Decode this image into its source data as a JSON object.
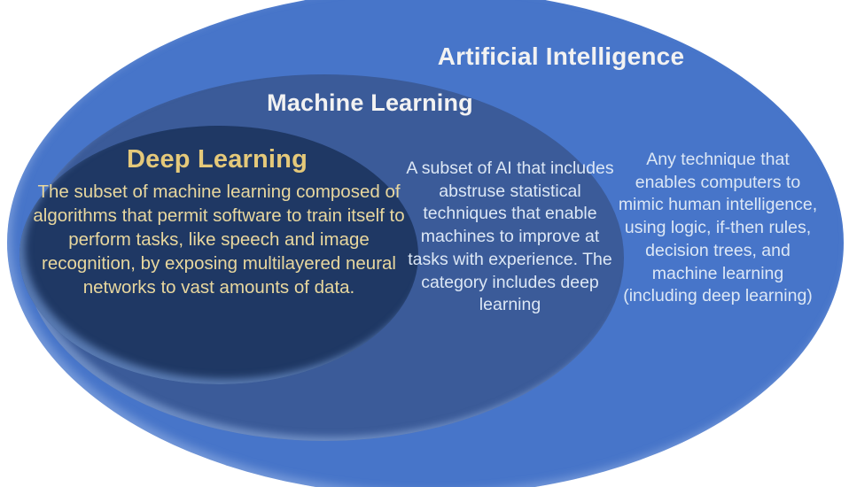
{
  "diagram": {
    "type": "nested-venn",
    "background_color": "#ffffff",
    "rings": [
      {
        "id": "artificial-intelligence",
        "title": "Artificial Intelligence",
        "fill_color": "#4775c9",
        "title_color": "#f2f2f2",
        "text_color": "#dce7f5",
        "description": "Any technique that enables computers to mimic human intelligence, using logic, if-then rules, decision trees, and machine learning (including deep learning)"
      },
      {
        "id": "machine-learning",
        "title": "Machine Learning",
        "fill_color": "#3b5b99",
        "title_color": "#f2f2f2",
        "text_color": "#dce7f5",
        "description": "A subset of AI that includes abstruse statistical techniques that enable machines to improve at tasks with experience. The category includes deep learning"
      },
      {
        "id": "deep-learning",
        "title": "Deep Learning",
        "fill_color": "#1f3864",
        "title_color": "#e5c97a",
        "text_color": "#e8d79e",
        "description": "The subset of machine learning composed of algorithms that permit software to train itself to perform tasks, like speech and image recognition, by exposing multilayered neural networks to vast amounts of data."
      }
    ]
  }
}
